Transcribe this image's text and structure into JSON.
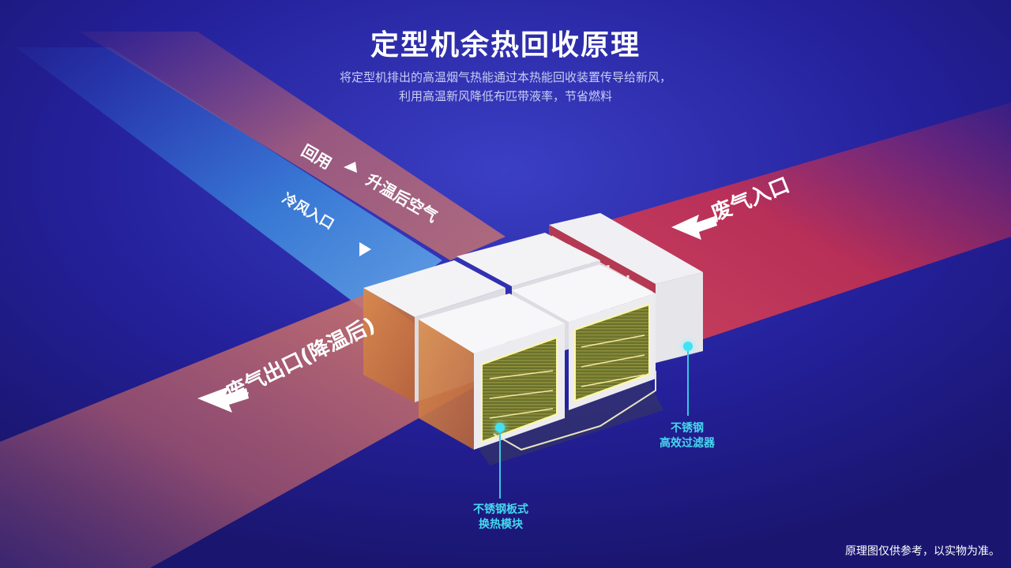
{
  "header": {
    "title": "定型机余热回收原理",
    "subtitle_line1": "将定型机排出的高温烟气热能通过本热能回收装置传导给新风，",
    "subtitle_line2": "利用高温新风降低布匹带液率，节省燃料"
  },
  "flows": {
    "reuse_label": "回用",
    "heated_air_label": "升温后空气",
    "cold_inlet_label": "冷风入口",
    "exhaust_inlet_label": "废气入口",
    "exhaust_outlet_label": "废气出口(降温后)"
  },
  "callouts": {
    "filter_line1": "不锈钢",
    "filter_line2": "高效过滤器",
    "module_line1": "不锈钢板式",
    "module_line2": "换热模块"
  },
  "footer": {
    "disclaimer": "原理图仅供参考，以实物为准。"
  },
  "colors": {
    "background": "#1d1a78",
    "cold_duct": "#2f86d6",
    "hot_duct": "#c8304f",
    "warm_duct": "#c76a5a",
    "callout": "#46d9ef"
  }
}
